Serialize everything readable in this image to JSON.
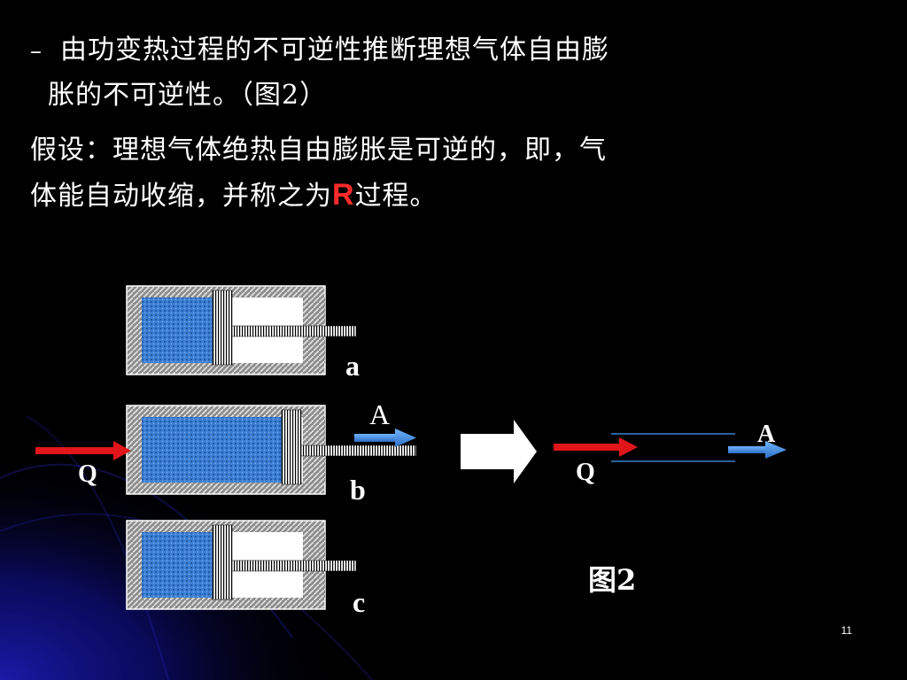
{
  "text": {
    "bullet_dash": "–",
    "line1": "由功变热过程的不可逆性推断理想气体自由膨",
    "line2": "胀的不可逆性。（图2）",
    "line3": "假设：理想气体绝热自由膨胀是可逆的，即，气",
    "line4_pre": "体能自动收缩，并称之为",
    "line4_r": "R",
    "line4_post": "过程。"
  },
  "labels": {
    "a": "a",
    "b": "b",
    "c": "c",
    "A_b": "A",
    "Q_b": "Q",
    "A_right": "A",
    "Q_right": "Q",
    "figure": "图2",
    "page_number": "11"
  },
  "colors": {
    "background": "#000000",
    "gas": "#3a7fd4",
    "heat_arrow": "#e0161b",
    "work_arrow": "#4a90e2",
    "highlight": "#ff2a2a"
  }
}
